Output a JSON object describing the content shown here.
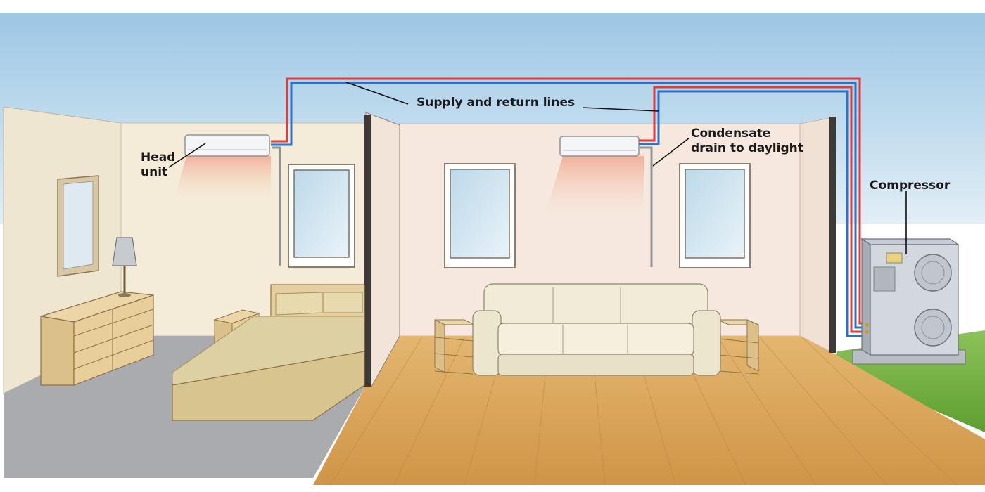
{
  "labels": {
    "head_unit": [
      "Head",
      "unit"
    ],
    "supply_return": "Supply and return lines",
    "condensate": [
      "Condensate",
      "drain to daylight"
    ],
    "compressor": "Compressor"
  },
  "colors": {
    "supply_line": "#e23b3b",
    "return_line": "#2a73c9",
    "drain_line": "#8d939b",
    "sky": "#a9cfe8",
    "warm_glow": "#f3b6a0",
    "wood_floor": "#d9a85a",
    "carpet": "#a7a9ad",
    "grass": "#6fae3c"
  }
}
